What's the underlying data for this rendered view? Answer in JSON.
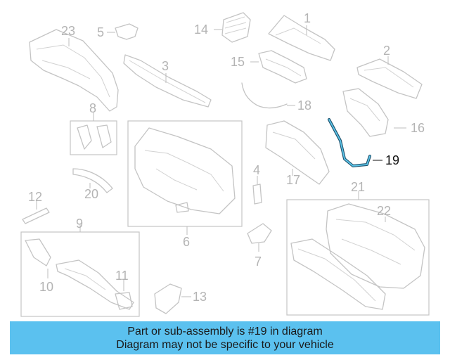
{
  "diagram": {
    "callouts": [
      "1",
      "2",
      "3",
      "4",
      "5",
      "6",
      "7",
      "8",
      "9",
      "10",
      "11",
      "12",
      "13",
      "14",
      "15",
      "16",
      "17",
      "18",
      "19",
      "20",
      "21",
      "22",
      "23"
    ],
    "highlight_color": "#5bc6ea",
    "highlighted_part": "19"
  },
  "banner": {
    "line1": "Part or sub-assembly is #19 in diagram",
    "line2": "Diagram may not be specific to your vehicle",
    "color": "#5bc1ef"
  }
}
